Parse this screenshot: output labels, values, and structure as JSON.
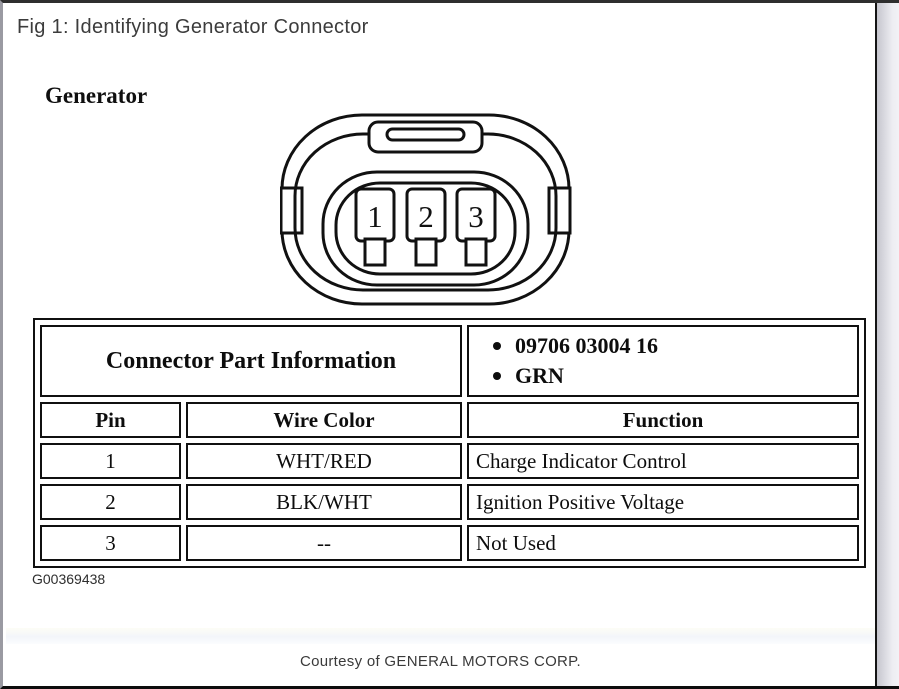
{
  "page": {
    "figure_title": "Fig 1: Identifying Generator Connector",
    "diagram_label": "Generator",
    "figure_id": "G00369438",
    "footer_credit": "Courtesy of GENERAL MOTORS CORP."
  },
  "connector": {
    "type": "3-pin oval generator connector, front view",
    "pins": [
      "1",
      "2",
      "3"
    ]
  },
  "table": {
    "part_info_header": "Connector Part Information",
    "part_info_items": [
      "09706 03004 16",
      "GRN"
    ],
    "columns": [
      "Pin",
      "Wire Color",
      "Function"
    ],
    "rows": [
      {
        "pin": "1",
        "wire_color": "WHT/RED",
        "function": "Charge Indicator Control"
      },
      {
        "pin": "2",
        "wire_color": "BLK/WHT",
        "function": "Ignition Positive Voltage"
      },
      {
        "pin": "3",
        "wire_color": "--",
        "function": "Not Used"
      }
    ]
  },
  "colors": {
    "ink": "#111111",
    "page_background": "#ffffff",
    "title_text": "#3c3c3c",
    "footer_band": "#f3f5fa",
    "frame_right_edge": "#c6c6ce"
  }
}
